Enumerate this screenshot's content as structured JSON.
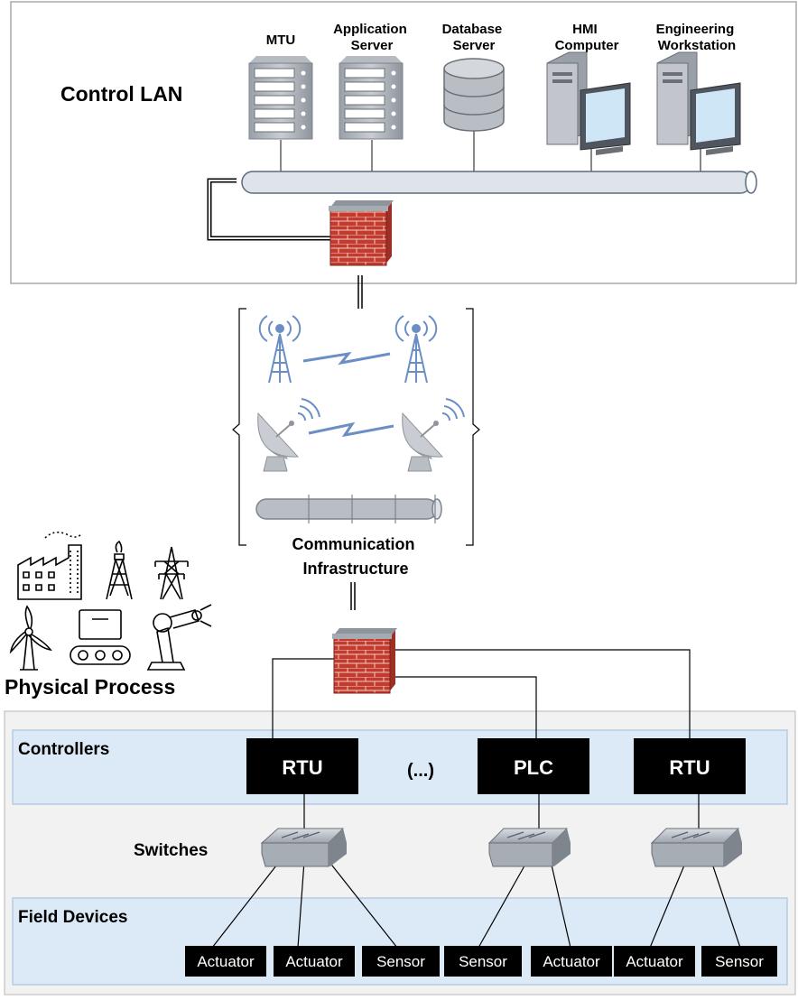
{
  "control_lan": {
    "title": "Control LAN",
    "devices": {
      "mtu": [
        "MTU"
      ],
      "app_server": [
        "Application",
        "Server"
      ],
      "db_server": [
        "Database",
        "Server"
      ],
      "hmi": [
        "HMI",
        "Computer"
      ],
      "eng": [
        "Engineering",
        "Workstation"
      ]
    }
  },
  "comm": {
    "label": [
      "Communication",
      "Infrastructure"
    ]
  },
  "physical_process": {
    "label": "Physical Process"
  },
  "field": {
    "controllers_label": "Controllers",
    "switches_label": "Switches",
    "field_devices_label": "Field Devices",
    "controllers": [
      "RTU",
      "PLC",
      "RTU"
    ],
    "ellipsis": "(...)",
    "devices": [
      "Actuator",
      "Actuator",
      "Sensor",
      "Sensor",
      "Actuator",
      "Actuator",
      "Sensor"
    ]
  },
  "colors": {
    "band_fill": "#dce9f7",
    "band_stroke": "#a9c4e0",
    "panel_fill": "#f2f2f2",
    "brick": "#c0392b",
    "pipe": "#dfe3ea",
    "antenna": "#6b8fc4"
  }
}
